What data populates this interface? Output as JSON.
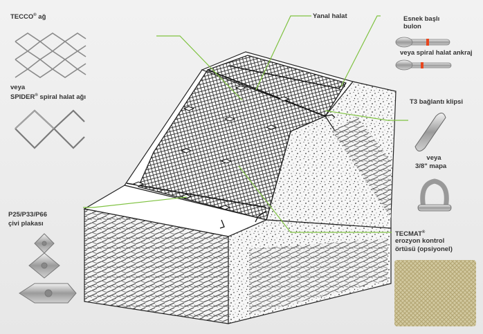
{
  "labels": {
    "tecco": "TECCO",
    "tecco_suffix": " ağ",
    "reg": "®",
    "veya": "veya",
    "spider": "SPIDER",
    "spider_suffix": " spiral halat ağı",
    "yanal_halat": "Yanal halat",
    "esnek_line1": "Esnek başlı",
    "esnek_line2": "bulon",
    "spiral_anchor": "veya spiral halat ankraj",
    "t3": "T3 bağlantı klipsi",
    "mapa": "3/8\" mapa",
    "p25": "P25/P33/P66",
    "civi": "çivi plakası",
    "tecmat": "TECMAT",
    "erozyon": "erozyon kontrol",
    "ortusu": "örtüsü (opsiyonel)"
  },
  "colors": {
    "leader_line": "#7fc241",
    "accent_red": "#e8461e",
    "mesh": "#222222",
    "soil_light": "#ffffff",
    "text": "#333333",
    "jute": "#cbbf94"
  },
  "icons": [
    "tecco-mesh-icon",
    "spider-mesh-icon",
    "bolt-icon",
    "spiral-anchor-icon",
    "clip-icon",
    "shackle-icon",
    "plate-icon",
    "tecmat-icon"
  ]
}
